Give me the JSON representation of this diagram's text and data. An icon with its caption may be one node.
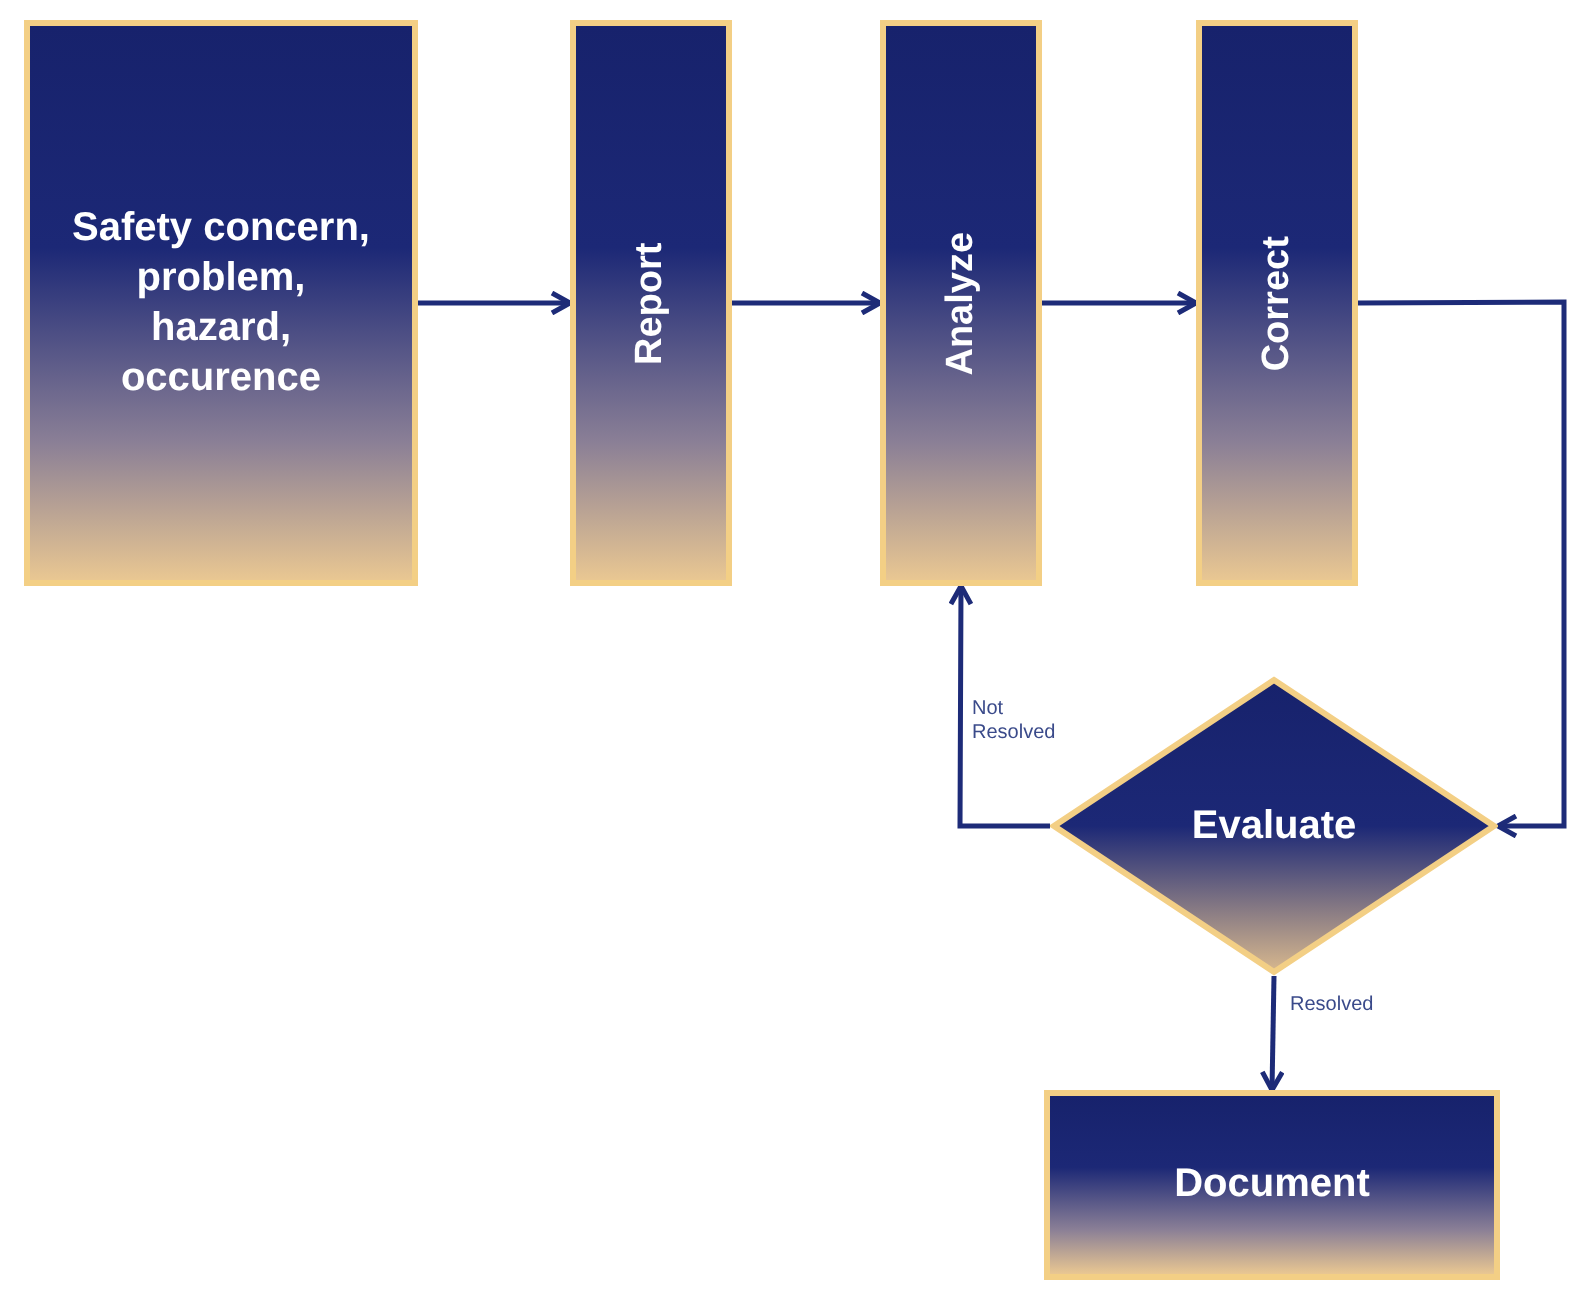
{
  "diagram": {
    "nodes": [
      {
        "text": [
          "Safety concern, problem, hazard, occurence"
        ]
      },
      {
        "text": [
          "Report"
        ]
      },
      {
        "text": [
          "Analyze"
        ]
      },
      {
        "text": [
          "Correct"
        ]
      },
      {
        "text": [
          "Evaluate"
        ]
      },
      {
        "text": [
          "Document"
        ]
      }
    ],
    "edges": [
      {
        "from": 0,
        "to": 1,
        "arrow": "to"
      },
      {
        "from": 1,
        "to": 2,
        "arrow": "to"
      },
      {
        "from": 2,
        "to": 3,
        "arrow": "to"
      },
      {
        "from": 3,
        "to": 4,
        "arrow": "to"
      },
      {
        "from": 4,
        "to": 2,
        "arrow": "to",
        "label": "Not Resolved"
      },
      {
        "from": 4,
        "to": 5,
        "arrow": "to",
        "label": "Resolved"
      }
    ]
  }
}
